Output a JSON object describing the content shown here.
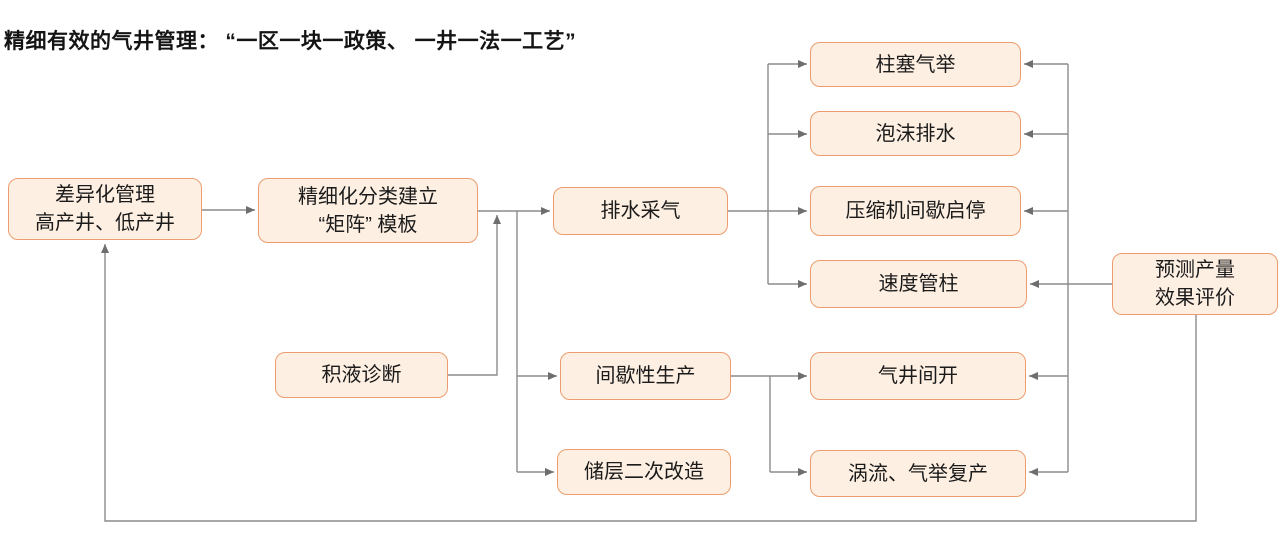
{
  "title": "精细有效的气井管理： “一区一块一政策、 一井一法一工艺”",
  "colors": {
    "node_fill": "#FDEFE2",
    "node_border": "#ED9C6F",
    "connector_line": "#8C8C8C",
    "arrowhead": "#6E6E6E",
    "text": "#1B1B1B"
  },
  "diagram": {
    "nodes": {
      "differentiated": "差异化管理\n高产井、低产井",
      "matrix": "精细化分类建立\n“矩阵” 模板",
      "fluid_diagnosis": "积液诊断",
      "drainage": "排水采气",
      "intermittent": "间歇性生产",
      "reservoir": "储层二次改造",
      "plunger": "柱塞气举",
      "foam": "泡沫排水",
      "compressor": "压缩机间歇启停",
      "velocity": "速度管柱",
      "well_open": "气井间开",
      "vortex": "涡流、气举复产",
      "predict": "预测产量\n效果评价"
    }
  }
}
